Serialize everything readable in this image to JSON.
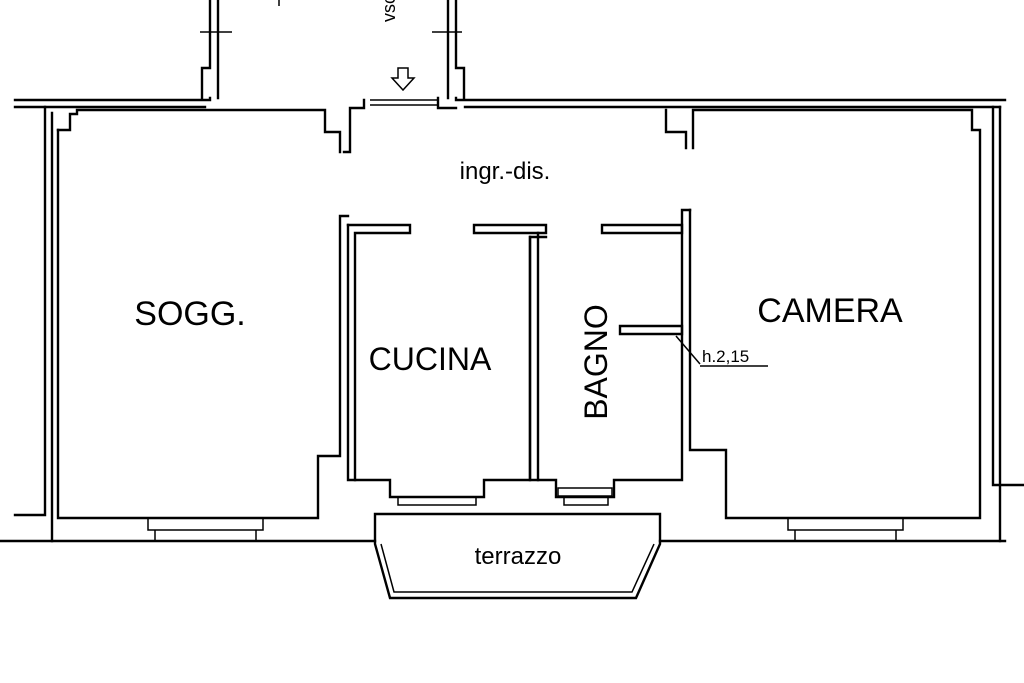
{
  "rooms": {
    "soggiorno": "SOGG.",
    "cucina": "CUCINA",
    "bagno": "BAGNO",
    "camera": "CAMERA",
    "ingresso": "ingr.-dis.",
    "terrazzo": "terrazzo"
  },
  "height_note": "h.2,15",
  "top_partial_label": "vsc",
  "icons": {
    "entrance": "entrance-arrow-icon"
  }
}
